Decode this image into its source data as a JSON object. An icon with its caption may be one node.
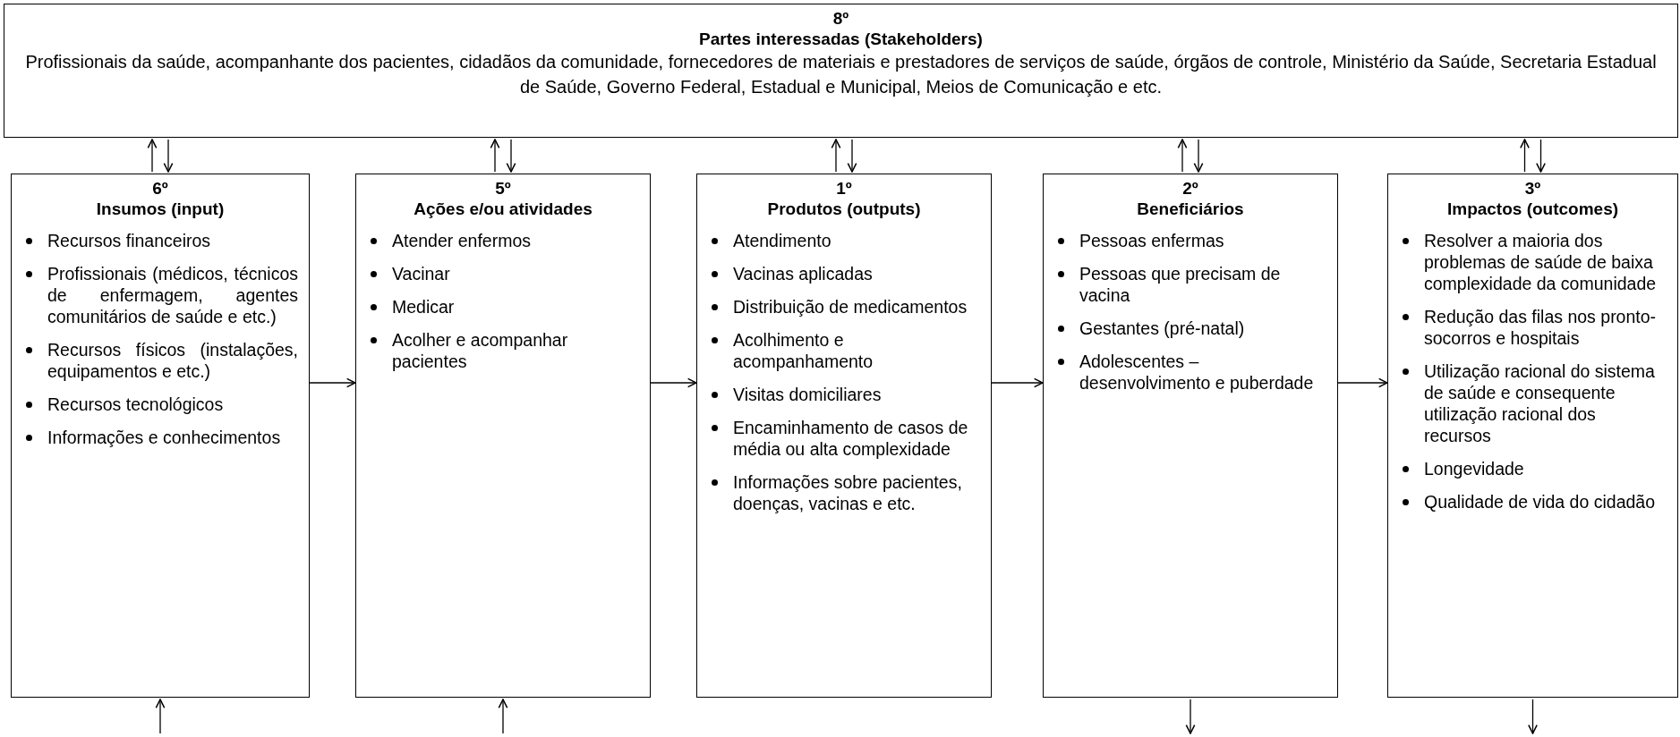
{
  "diagram": {
    "nodes": [
      {
        "text": [
          "8º",
          "Partes interessadas (Stakeholders)",
          "Profissionais da saúde, acompanhante dos pacientes, cidadãos da comunidade, fornecedores de materiais e prestadores de serviços de saúde, órgãos de controle, Ministério da Saúde, Secretaria Estadual de Saúde, Governo Federal, Estadual e Municipal, Meios de Comunicação e etc."
        ]
      },
      {
        "text": [
          "6º",
          "Insumos (input)",
          "Recursos financeiros",
          "Profissionais (médicos, técnicos de enfermagem, agentes comunitários de saúde e etc.)",
          "Recursos físicos (instalações, equipamentos e etc.)",
          "Recursos tecnológicos",
          "Informações e conhecimentos"
        ]
      },
      {
        "text": [
          "5º",
          "Ações e/ou atividades",
          "Atender enfermos",
          "Vacinar",
          "Medicar",
          "Acolher e acompanhar pacientes"
        ]
      },
      {
        "text": [
          "1º",
          "Produtos (outputs)",
          "Atendimento",
          "Vacinas aplicadas",
          "Distribuição de medicamentos",
          "Acolhimento e acompanhamento",
          "Visitas domiciliares",
          "Encaminhamento de casos de média ou alta complexidade",
          "Informações sobre pacientes, doenças, vacinas e etc."
        ]
      },
      {
        "text": [
          "2º",
          "Beneficiários",
          "Pessoas enfermas",
          "Pessoas que precisam de vacina",
          "Gestantes (pré-natal)",
          "Adolescentes – desenvolvimento e puberdade"
        ]
      },
      {
        "text": [
          "3º",
          "Impactos (outcomes)",
          "Resolver a maioria dos problemas de saúde de baixa complexidade da comunidade",
          "Redução das filas nos pronto-socorros e hospitais",
          "Utilização racional do sistema de saúde e consequente utilização racional dos recursos",
          "Longevidade",
          "Qualidade de vida do cidadão"
        ]
      }
    ],
    "edges": [
      {
        "from": 1,
        "to": 0,
        "arrow": "to"
      },
      {
        "from": 0,
        "to": 1,
        "arrow": "to"
      },
      {
        "from": 2,
        "to": 0,
        "arrow": "to"
      },
      {
        "from": 0,
        "to": 2,
        "arrow": "to"
      },
      {
        "from": 3,
        "to": 0,
        "arrow": "to"
      },
      {
        "from": 0,
        "to": 3,
        "arrow": "to"
      },
      {
        "from": 4,
        "to": 0,
        "arrow": "to"
      },
      {
        "from": 0,
        "to": 4,
        "arrow": "to"
      },
      {
        "from": 5,
        "to": 0,
        "arrow": "to"
      },
      {
        "from": 0,
        "to": 5,
        "arrow": "to"
      },
      {
        "from": 1,
        "to": 2,
        "arrow": "to"
      },
      {
        "from": 2,
        "to": 3,
        "arrow": "to"
      },
      {
        "from": 3,
        "to": 4,
        "arrow": "to"
      },
      {
        "from": 4,
        "to": 5,
        "arrow": "to"
      },
      {
        "from": null,
        "to": 1,
        "arrow": "to"
      },
      {
        "from": null,
        "to": 2,
        "arrow": "to"
      },
      {
        "from": 4,
        "to": null,
        "arrow": "to"
      },
      {
        "from": 5,
        "to": null,
        "arrow": "to"
      }
    ]
  }
}
